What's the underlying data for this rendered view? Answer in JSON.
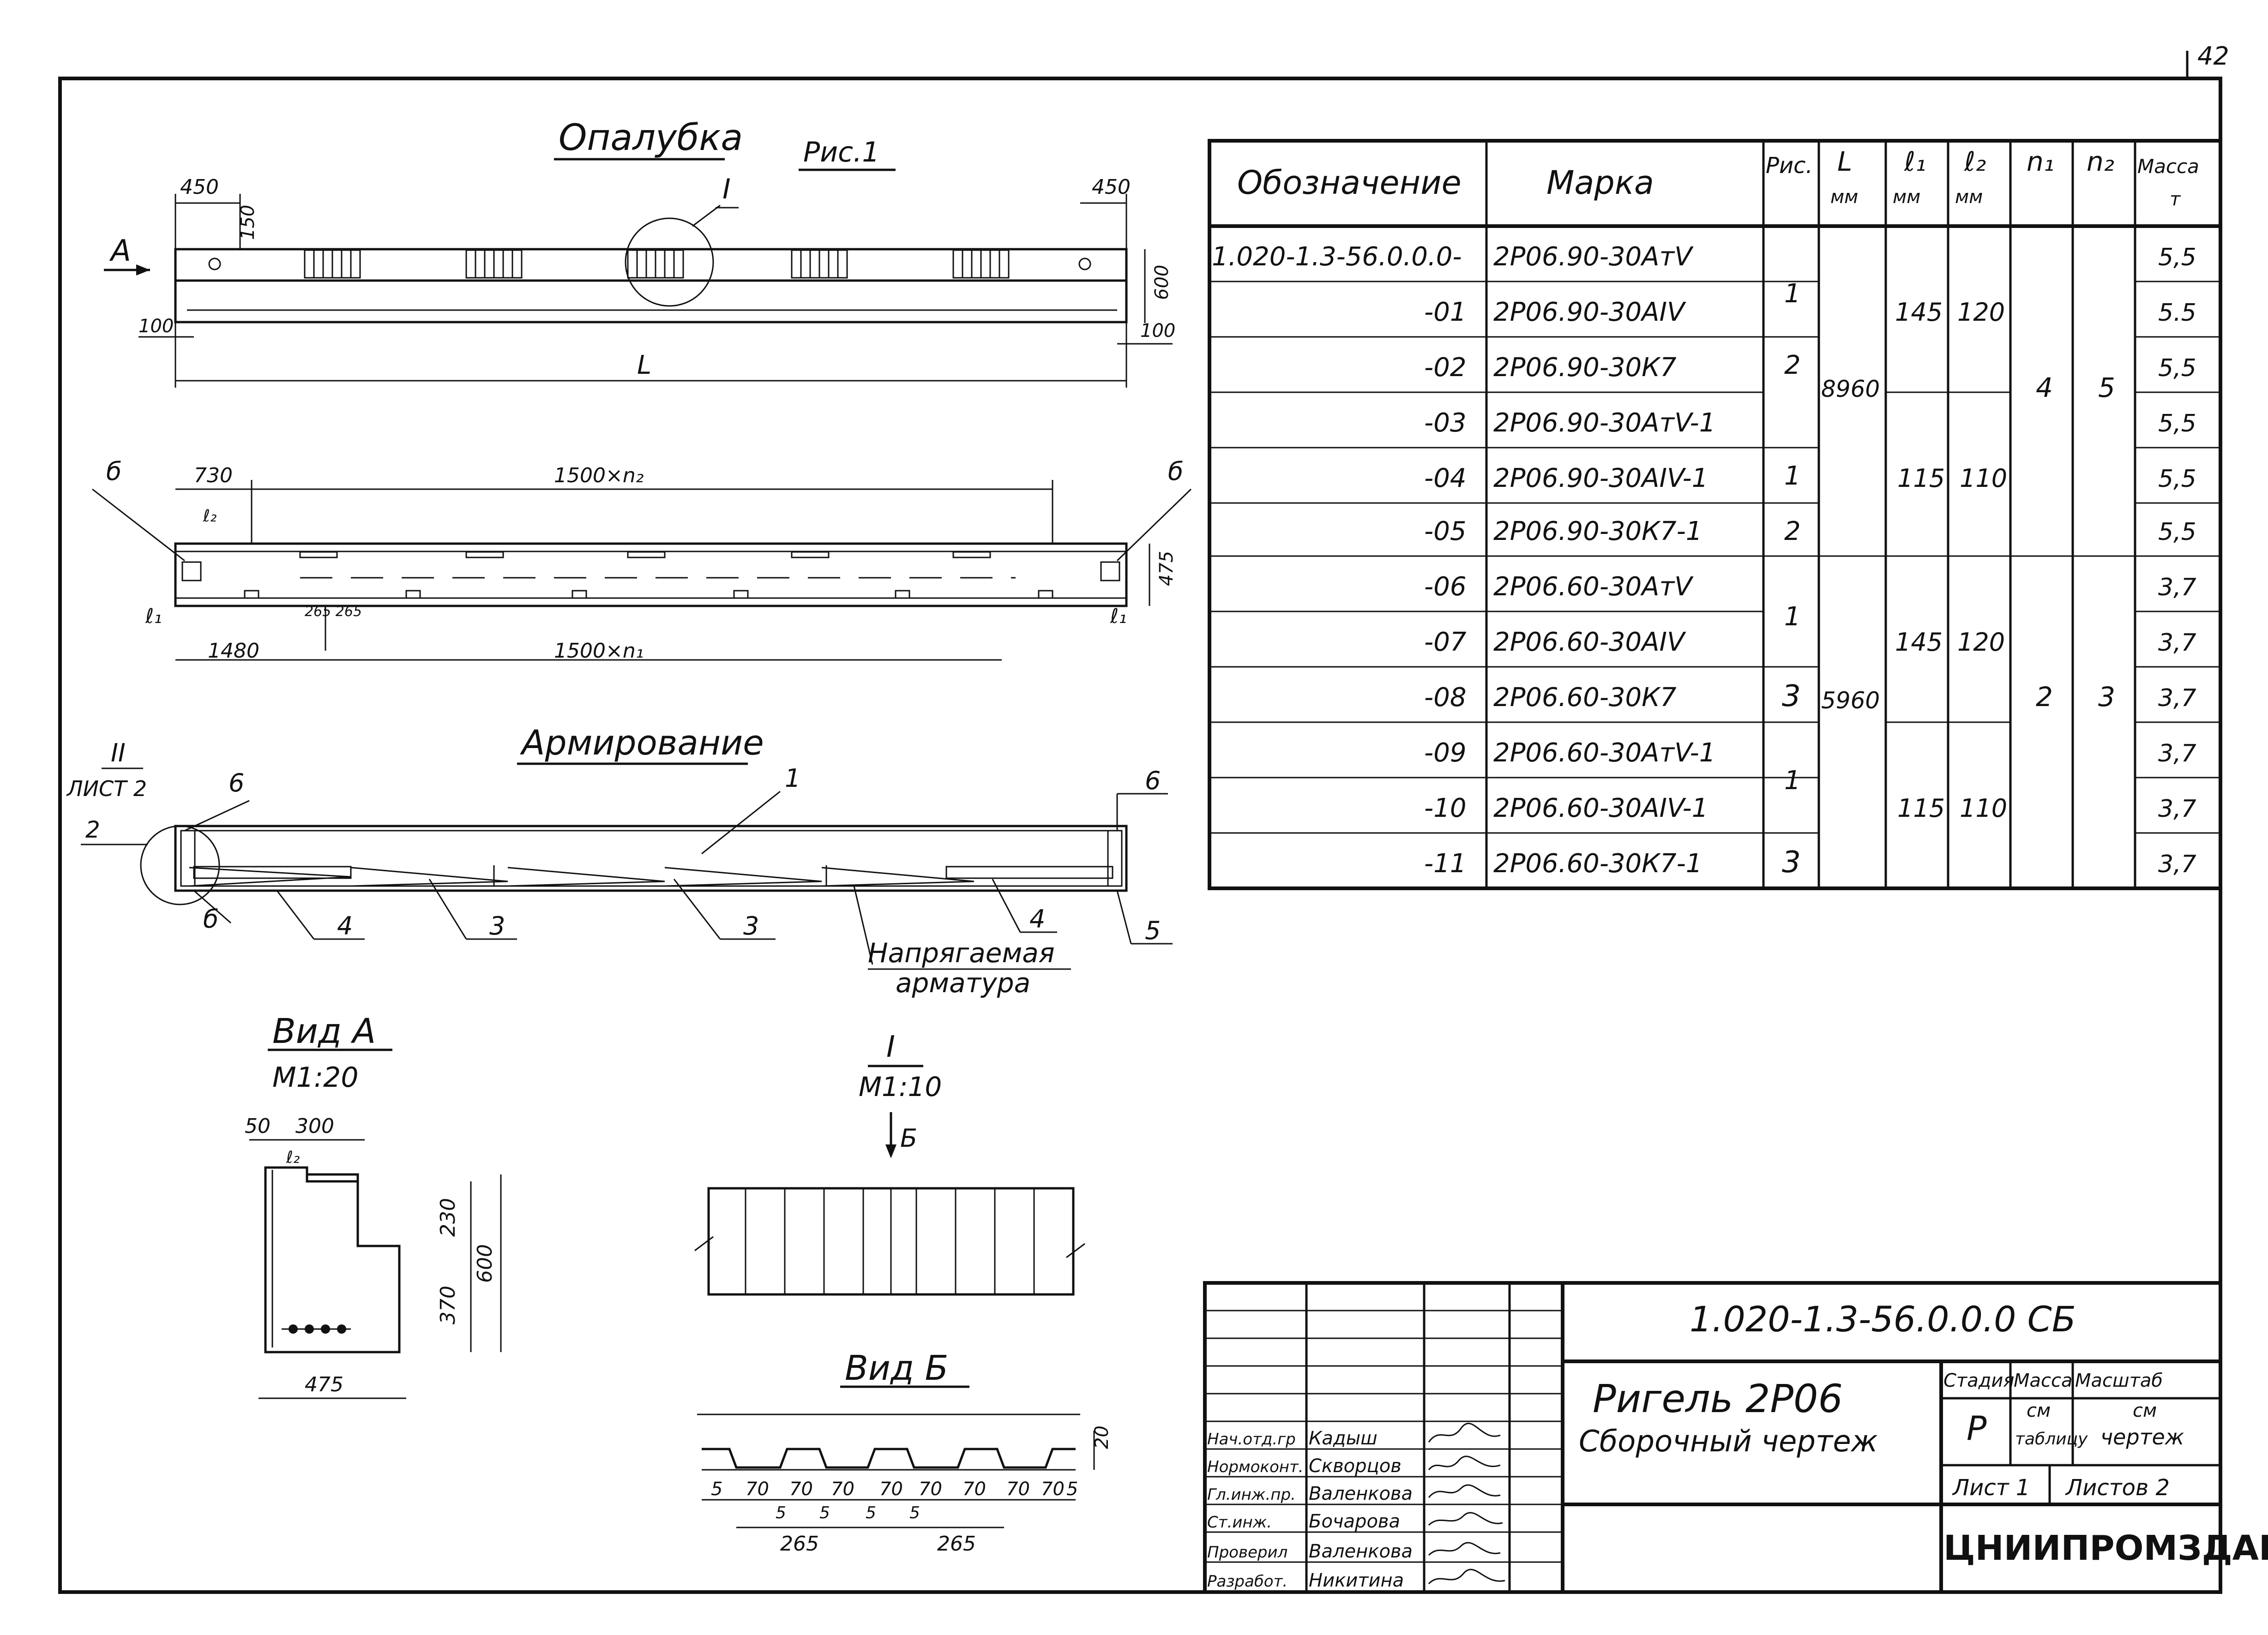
{
  "sheet_number": "42",
  "views": {
    "formwork_title": "Опалубка",
    "fig_label": "Рис.1",
    "detail_marker": "I",
    "view_a_marker": "А",
    "reinforcement_title": "Армирование",
    "view_a_title": "Вид А",
    "view_a_scale": "М1:20",
    "detail_title": "I",
    "detail_scale": "М1:10",
    "view_b_title": "Вид Б",
    "view_b_marker": "Б",
    "section_marker_b": "б",
    "sheet_ref_num": "II",
    "sheet_ref_label": "ЛИСТ 2",
    "sheet_ref_sub": "2",
    "prestressed_label_1": "Напрягаемая",
    "prestressed_label_2": "арматура"
  },
  "dimensions": {
    "d450_left": "450",
    "d150": "150",
    "d450_right": "450",
    "d600_side": "600",
    "d100_left": "100",
    "d100_right": "100",
    "L": "L",
    "d730": "730",
    "l2_top": "1500×n₂",
    "e2": "ℓ₂",
    "d475_side": "475",
    "e1_left": "ℓ₁",
    "e1_right": "ℓ₁",
    "d265_265": "265 265",
    "d1480": "1480",
    "l1_bottom": "1500×n₁",
    "va_50": "50",
    "va_300": "300",
    "va_l2": "ℓ₂",
    "va_230": "230",
    "va_370": "370",
    "va_600": "600",
    "va_475": "475",
    "vb_20": "20",
    "vb_5a": "5",
    "vb_70a": "70",
    "vb_70b": "70",
    "vb_70c": "70",
    "vb_70d": "70",
    "vb_5b": "5",
    "vb_5c": "5",
    "vb_5d": "5",
    "vb_5e": "5",
    "vb_70e": "70",
    "vb_70f": "70",
    "vb_70g": "70",
    "vb_70h": "70",
    "vb_5f": "5",
    "vb_265a": "265",
    "vb_265b": "265"
  },
  "callouts": {
    "c1": "1",
    "c2": "2",
    "c3a": "3",
    "c3b": "3",
    "c4a": "4",
    "c4b": "4",
    "c5": "5",
    "c6a": "6",
    "c6b": "6",
    "c6c": "6",
    "b_left": "б",
    "b_right": "б",
    "b_bottom": "б"
  },
  "table": {
    "headers": {
      "designation": "Обозначение",
      "mark": "Марка",
      "fig": "Рис.",
      "L": "L",
      "L_unit": "мм",
      "l1": "ℓ₁",
      "l1_unit": "мм",
      "l2": "ℓ₂",
      "l2_unit": "мм",
      "n1": "n₁",
      "n2": "n₂",
      "mass": "Масса",
      "mass_unit": "т"
    },
    "rows": [
      {
        "designation": "1.020-1.3-56.0.0.0-",
        "mark": "2Р06.90-30АтV",
        "mass": "5,5"
      },
      {
        "designation": "-01",
        "mark": "2Р06.90-30АIV",
        "mass": "5.5"
      },
      {
        "designation": "-02",
        "mark": "2Р06.90-30К7",
        "mass": "5,5"
      },
      {
        "designation": "-03",
        "mark": "2Р06.90-30АтV-1",
        "mass": "5,5"
      },
      {
        "designation": "-04",
        "mark": "2Р06.90-30АIV-1",
        "mass": "5,5"
      },
      {
        "designation": "-05",
        "mark": "2Р06.90-30К7-1",
        "mass": "5,5"
      },
      {
        "designation": "-06",
        "mark": "2Р06.60-30АтV",
        "mass": "3,7"
      },
      {
        "designation": "-07",
        "mark": "2Р06.60-30АIV",
        "mass": "3,7"
      },
      {
        "designation": "-08",
        "mark": "2Р06.60-30К7",
        "mass": "3,7"
      },
      {
        "designation": "-09",
        "mark": "2Р06.60-30АтV-1",
        "mass": "3,7"
      },
      {
        "designation": "-10",
        "mark": "2Р06.60-30АIV-1",
        "mass": "3,7"
      },
      {
        "designation": "-11",
        "mark": "2Р06.60-30К7-1",
        "mass": "3,7"
      }
    ],
    "merged": {
      "fig_r1": "1",
      "fig_r2": "2",
      "fig_r4": "1",
      "fig_r5": "2",
      "fig_r67": "1",
      "fig_r8": "3",
      "fig_r910": "1",
      "fig_r11": "3",
      "L_top": "8960",
      "L_bottom": "5960",
      "l1_a": "145",
      "l1_b": "115",
      "l1_c": "145",
      "l1_d": "115",
      "l2_a": "120",
      "l2_b": "110",
      "l2_c": "120",
      "l2_d": "110",
      "n1_top": "4",
      "n1_bottom": "2",
      "n2_top": "5",
      "n2_bottom": "3"
    }
  },
  "title_block": {
    "doc_code": "1.020-1.3-56.0.0.0 СБ",
    "title_line1": "Ригель 2Р06",
    "title_line2": "Сборочный чертеж",
    "stage_label": "Стадия",
    "mass_label": "Масса",
    "scale_label": "Масштаб",
    "stage_value": "Р",
    "mass_value_1": "см",
    "mass_value_2": "таблицу",
    "scale_value_1": "см",
    "scale_value_2": "чертеж",
    "sheet_label": "Лист 1",
    "sheets_label": "Листов 2",
    "organization": "ЦНИИПРОМЗДАНИЙ",
    "staff": [
      {
        "role": "Нач.отд.гр",
        "name": "Кадыш"
      },
      {
        "role": "Нормоконт.",
        "name": "Скворцов"
      },
      {
        "role": "Гл.инж.пр.",
        "name": "Валенкова"
      },
      {
        "role": "Ст.инж.",
        "name": "Бочарова"
      },
      {
        "role": "Проверил",
        "name": "Валенкова"
      },
      {
        "role": "Разработ.",
        "name": "Никитина"
      }
    ]
  }
}
